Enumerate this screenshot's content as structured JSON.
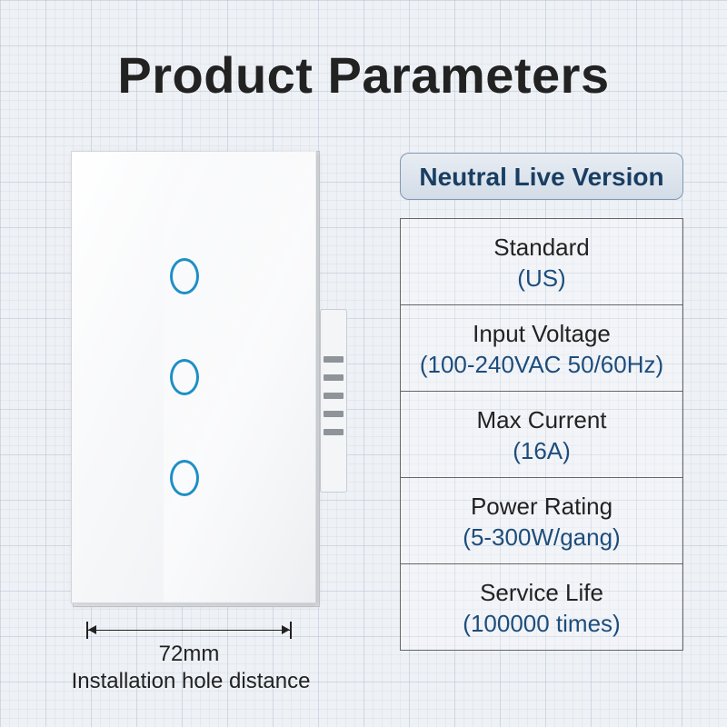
{
  "title": "Product Parameters",
  "product": {
    "gang_count": 3,
    "button_color": "#1e8fc5",
    "panel_color": "#ffffff"
  },
  "dimension": {
    "value": "72mm",
    "label": "Installation hole distance"
  },
  "version_badge": "Neutral Live Version",
  "specs": [
    {
      "name": "Standard",
      "value": "(US)"
    },
    {
      "name": "Input Voltage",
      "value": "(100-240VAC 50/60Hz)"
    },
    {
      "name": "Max Current",
      "value": "(16A)"
    },
    {
      "name": "Power Rating",
      "value": "(5-300W/gang)"
    },
    {
      "name": "Service Life",
      "value": "(100000 times)"
    }
  ],
  "colors": {
    "title": "#222222",
    "badge_text": "#193e63",
    "spec_value": "#1d4d7c"
  }
}
